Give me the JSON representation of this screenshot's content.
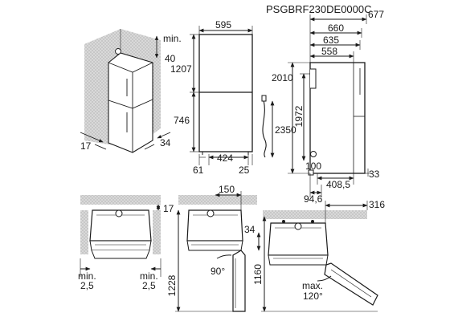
{
  "header": {
    "model_code": "PSGBRF230DE0000C"
  },
  "perspective_view": {
    "top_clearance": [
      "min.",
      "40"
    ],
    "left_gap": "17",
    "right_gap": "34"
  },
  "front_view": {
    "width": "595",
    "upper_height": "1207",
    "lower_height": "746",
    "inner_width": "424",
    "side_offset": "61",
    "right_offset": "25",
    "cable_length": "2350"
  },
  "side_view": {
    "depth_total": "677",
    "depth_660": "660",
    "depth_635": "635",
    "depth_558": "558",
    "total_height": "2010",
    "body_height": "1972",
    "base_height": "100",
    "depth_408": "408,5",
    "rear_offset": "94,6",
    "foot_right": "33"
  },
  "top_view_1": {
    "clearance_side": "17",
    "left_min": [
      "min.",
      "2,5"
    ],
    "right_min": [
      "min.",
      "2,5"
    ]
  },
  "top_view_2": {
    "door_offset": "150",
    "door_side": "34",
    "angle": "90°",
    "door_span": "1228"
  },
  "top_view_3": {
    "width_offset": "316",
    "door_span": "1160",
    "max_angle": [
      "max.",
      "120°"
    ]
  }
}
